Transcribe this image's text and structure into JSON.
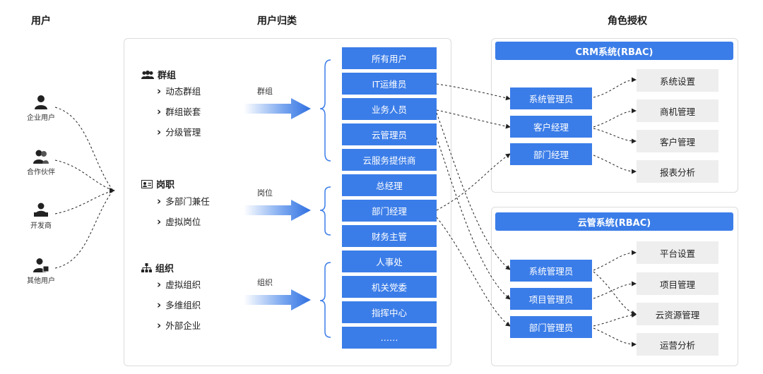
{
  "titles": {
    "users": "用户",
    "classification": "用户归类",
    "authorization": "角色授权"
  },
  "users": [
    "企业用户",
    "合作伙伴",
    "开发商",
    "其他用户"
  ],
  "groups": {
    "group": {
      "title": "群组",
      "items": [
        "动态群组",
        "群组嵌套",
        "分级管理"
      ],
      "arrow_label": "群组"
    },
    "position": {
      "title": "岗职",
      "items": [
        "多部门兼任",
        "虚拟岗位"
      ],
      "arrow_label": "岗位"
    },
    "org": {
      "title": "组织",
      "items": [
        "虚拟组织",
        "多维组织",
        "外部企业"
      ],
      "arrow_label": "组织"
    }
  },
  "categories": [
    "所有用户",
    "IT运维员",
    "业务人员",
    "云管理员",
    "云服务提供商",
    "总经理",
    "部门经理",
    "财务主管",
    "人事处",
    "机关党委",
    "指挥中心",
    "……"
  ],
  "crm": {
    "title": "CRM系统(RBAC)",
    "roles": [
      "系统管理员",
      "客户经理",
      "部门经理"
    ],
    "perms": [
      "系统设置",
      "商机管理",
      "客户管理",
      "报表分析"
    ]
  },
  "cloud": {
    "title": "云管系统(RBAC)",
    "roles": [
      "系统管理员",
      "项目管理员",
      "部门管理员"
    ],
    "perms": [
      "平台设置",
      "项目管理",
      "云资源管理",
      "运营分析"
    ]
  },
  "colors": {
    "accent": "#3b7de8",
    "perm_bg": "#eeeeee",
    "line": "#222222"
  }
}
